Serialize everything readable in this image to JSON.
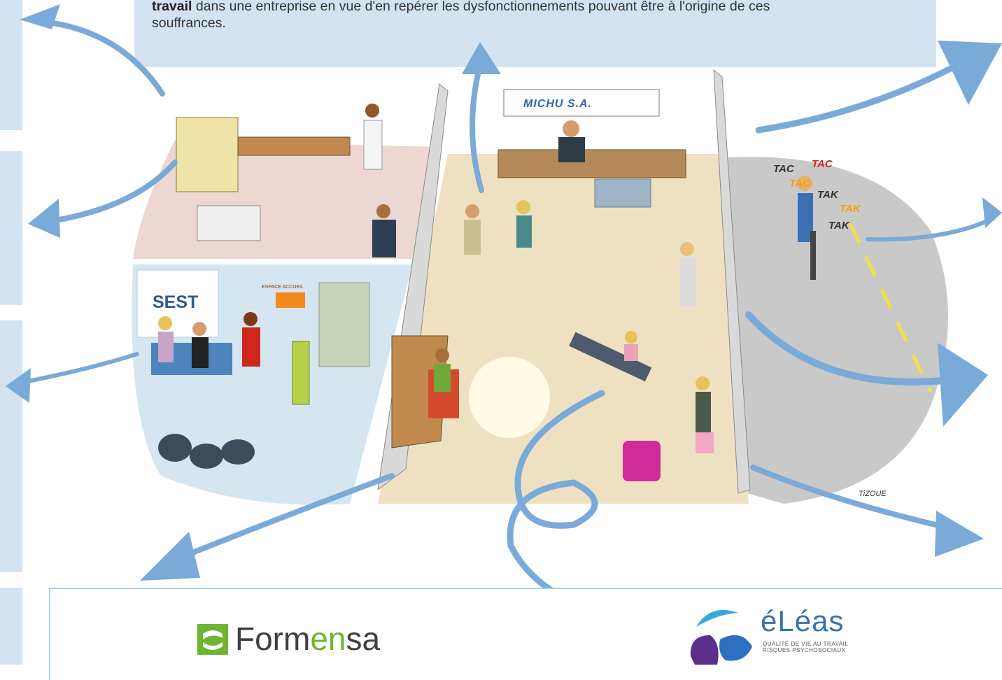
{
  "intro": {
    "line1_bold_end": "travail",
    "line1_rest": " dans une entreprise en vue d'en repérer les dysfonctionnements pouvant être à l'origine de ces",
    "line2": "souffrances."
  },
  "illustration": {
    "company_sign": "MICHU S.A.",
    "service_sign": "SEST",
    "notice_sign": "ESPACE ACCUEIL",
    "noise_words": [
      "TAC",
      "TAC",
      "TAC",
      "TAK",
      "TAK",
      "TAK"
    ],
    "signature": "TiZOUE"
  },
  "footer": {
    "formensa_pre": "Form",
    "formensa_hl": "en",
    "formensa_post": "sa",
    "eleas_name": "éLéas",
    "eleas_tag1": "qualité de vie au travail",
    "eleas_tag2": "risques psychosociaux"
  },
  "colors": {
    "panel": "#d4e3f1",
    "arrow": "#79aad8",
    "formensa_green": "#6fb531",
    "eleas_blue": "#3b6fb4",
    "eleas_purple": "#5b2d8c"
  }
}
